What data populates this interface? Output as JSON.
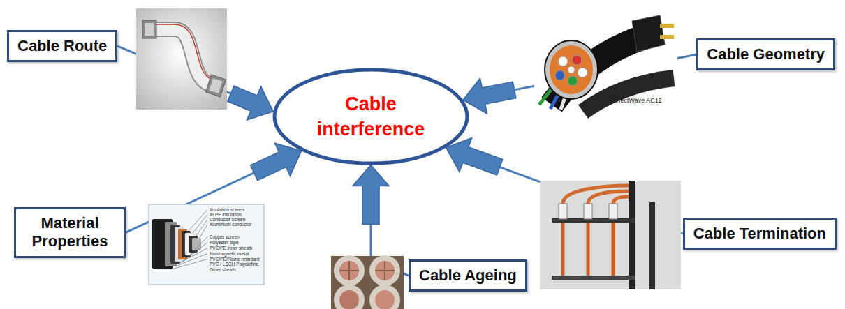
{
  "diagram": {
    "nodes": [
      {
        "text": [
          "Cable Route"
        ]
      },
      {
        "text": [
          "Cable Geometry"
        ]
      },
      {
        "text": [
          "Cable interference"
        ]
      },
      {
        "text": [
          "Material Properties"
        ]
      },
      {
        "text": [
          "Cable Ageing"
        ]
      },
      {
        "text": [
          "Cable Termination"
        ]
      }
    ],
    "edges": [
      {
        "from": 0,
        "to": 2,
        "arrow": "to"
      },
      {
        "from": 1,
        "to": 2,
        "arrow": "to"
      },
      {
        "from": 3,
        "to": 2,
        "arrow": "to"
      },
      {
        "from": 4,
        "to": 2,
        "arrow": "to"
      },
      {
        "from": 5,
        "to": 2,
        "arrow": "to"
      }
    ],
    "labels": [
      "PerfectWave AC12",
      "Insulation screen",
      "XLPE insulation",
      "Conductor screen",
      "Aluminium conductor",
      "Copper screen",
      "Polyester tape",
      "PVC/PE inner sheath",
      "Nonmagnetic metal",
      "PVC/PE/Flame retardant PVC / LSOH Polyolefine Outer sheath"
    ]
  }
}
